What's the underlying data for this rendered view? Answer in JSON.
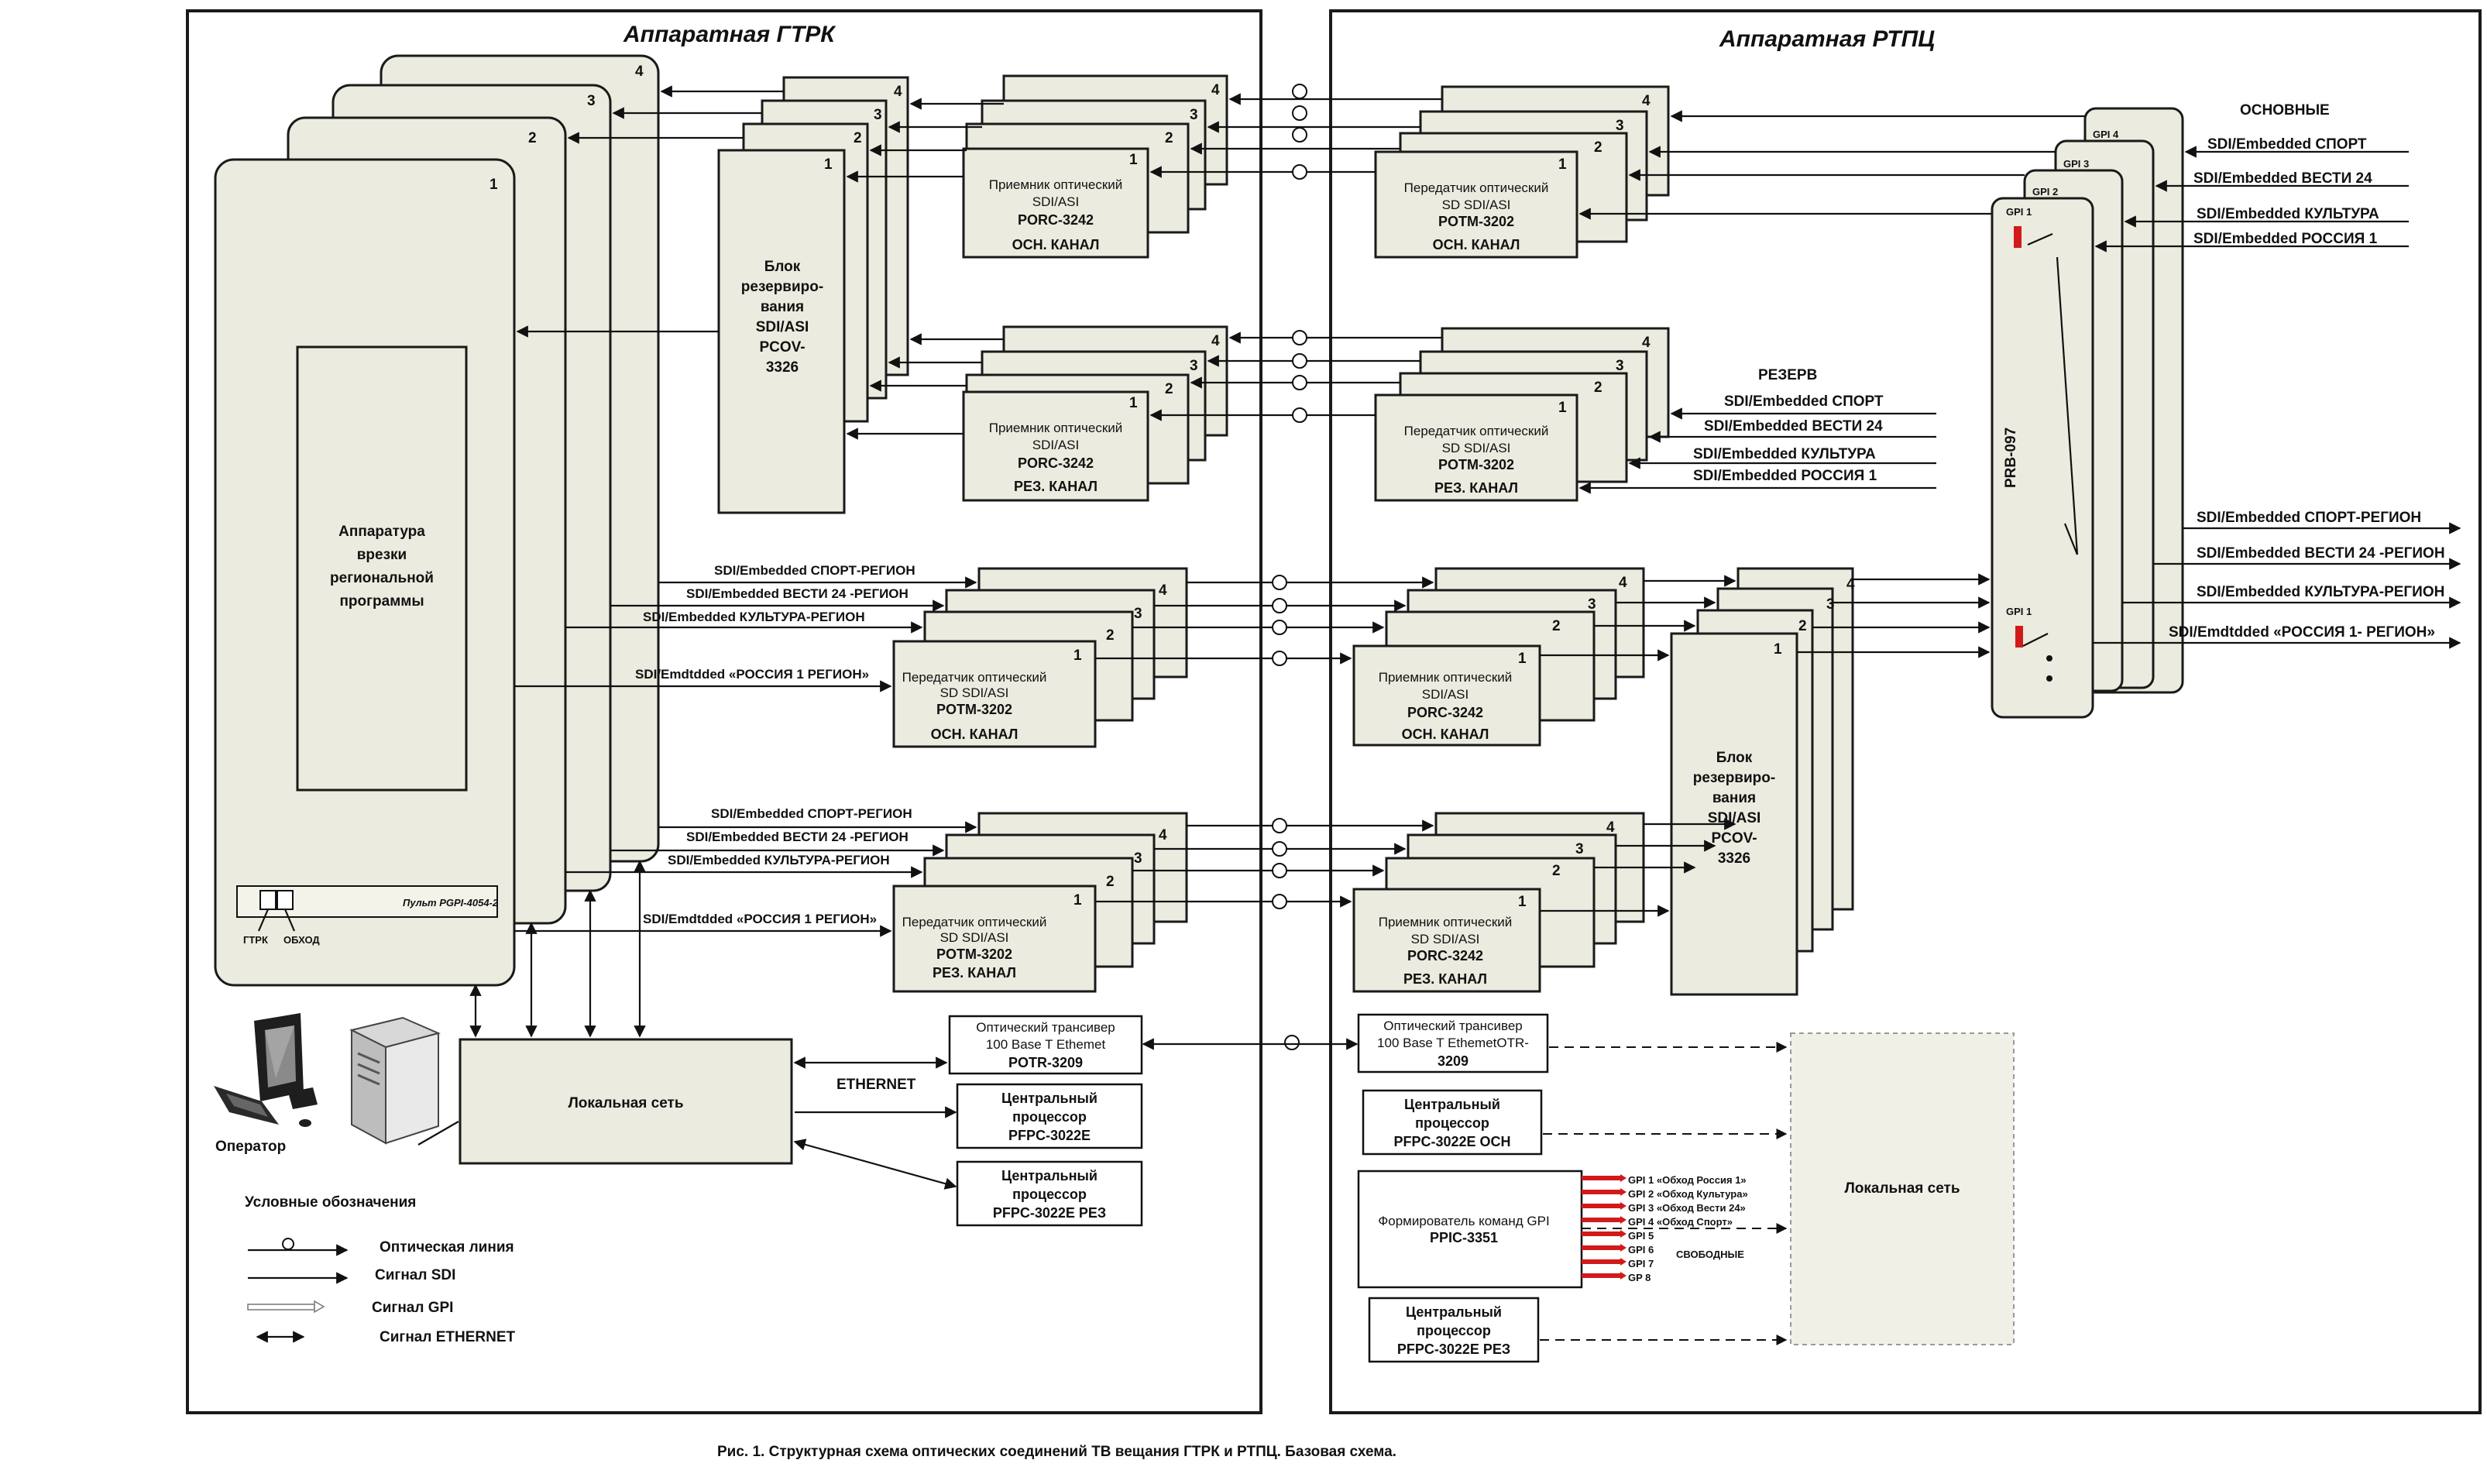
{
  "regions": {
    "left_title": "Аппаратная ГТРК",
    "right_title": "Аппаратная РТПЦ"
  },
  "caption": "Рис. 1. Структурная схема оптических соединений ТВ вещания ГТРК  и РТПЦ. Базовая схема.",
  "stack_numbers": [
    "1",
    "2",
    "3",
    "4"
  ],
  "insertion_equipment": {
    "label_lines": [
      "Аппаратура",
      "врезки",
      "региональной",
      "программы"
    ],
    "panel_label": "Пульт  PGPI-4054-2",
    "button_gtrk": "ГТРК",
    "button_bypass": "ОБХОД"
  },
  "reserve_block": {
    "label_lines": [
      "Блок",
      "резервиро-",
      "вания",
      "SDI/ASI",
      "PCOV-",
      "3326"
    ]
  },
  "receivers_main_left": {
    "lines": [
      "Приемник оптический",
      "SDI/ASI",
      "PORC-3242"
    ],
    "channel": "ОСН. КАНАЛ"
  },
  "receivers_res_left": {
    "lines": [
      "Приемник оптический",
      "SDI/ASI",
      "PORC-3242"
    ],
    "channel": "РЕЗ. КАНАЛ"
  },
  "transmitters_main_right": {
    "lines": [
      "Передатчик оптический",
      "SD SDI/ASI",
      "POTM-3202"
    ],
    "channel": "ОСН. КАНАЛ"
  },
  "transmitters_res_right": {
    "lines": [
      "Передатчик оптический",
      "SD SDI/ASI",
      "POTM-3202"
    ],
    "channel": "РЕЗ. КАНАЛ"
  },
  "transmitters_main_left": {
    "lines": [
      "Передатчик оптический",
      "SD SDI/ASI",
      "POTM-3202"
    ],
    "channel": "ОСН. КАНАЛ"
  },
  "transmitters_res_left": {
    "lines": [
      "Передатчик оптический",
      "SD SDI/ASI",
      "POTM-3202"
    ],
    "channel": "РЕЗ. КАНАЛ"
  },
  "receivers_main_right": {
    "lines": [
      "Приемник оптический",
      "SDI/ASI",
      "PORC-3242"
    ],
    "channel": "ОСН. КАНАЛ"
  },
  "receivers_res_right": {
    "lines": [
      "Приемник оптический",
      "SD SDI/ASI",
      "PORC-3242"
    ],
    "channel": "РЕЗ. КАНАЛ"
  },
  "region_signals_main": [
    "SDI/Embedded СПОРТ-РЕГИОН",
    "SDI/Embedded ВЕСТИ 24 -РЕГИОН",
    "SDI/Embedded КУЛЬТУРА-РЕГИОН",
    "SDI/Emdtdded «РОССИЯ 1 РЕГИОН»"
  ],
  "region_signals_res": [
    "SDI/Embedded СПОРТ-РЕГИОН",
    "SDI/Embedded ВЕСТИ 24 -РЕГИОН",
    "SDI/Embedded КУЛЬТУРА-РЕГИОН",
    "SDI/Emdtdded «РОССИЯ 1 РЕГИОН»"
  ],
  "main_inputs": {
    "title": "ОСНОВНЫЕ",
    "items": [
      "SDI/Embedded СПОРТ",
      "SDI/Embedded ВЕСТИ 24",
      "SDI/Embedded КУЛЬТУРА",
      "SDI/Embedded РОССИЯ 1"
    ]
  },
  "reserve_inputs": {
    "title": "РЕЗЕРВ",
    "items": [
      "SDI/Embedded СПОРТ",
      "SDI/Embedded ВЕСТИ 24",
      "SDI/Embedded КУЛЬТУРА",
      "SDI/Embedded РОССИЯ 1"
    ]
  },
  "outputs": [
    "SDI/Embedded СПОРТ-РЕГИОН",
    "SDI/Embedded ВЕСТИ 24 -РЕГИОН",
    "SDI/Embedded КУЛЬТУРА-РЕГИОН",
    "SDI/Emdtdded «РОССИЯ 1- РЕГИОН»"
  ],
  "prb": {
    "label": "PRB-097",
    "gpi_tags": [
      "GPI 4",
      "GPI 3",
      "GPI 2",
      "GPI 1",
      "GPI 1"
    ]
  },
  "lan_left": "Локальная сеть",
  "lan_right": "Локальная сеть",
  "operator": "Оператор",
  "ethernet": "ETHERNET",
  "transceiver_left": {
    "lines": [
      "Оптический трансивер",
      "100 Base T Ethemet",
      "POTR-3209"
    ]
  },
  "transceiver_right": {
    "lines": [
      "Оптический трансивер",
      "100 Base T EthemetOTR-",
      "3209"
    ]
  },
  "cpu_left_main": {
    "lines": [
      "Центральный",
      "процессор",
      "PFPC-3022E"
    ]
  },
  "cpu_left_res": {
    "lines": [
      "Центральный",
      "процессор",
      "PFPC-3022E РЕЗ"
    ]
  },
  "cpu_right_main": {
    "lines": [
      "Центральный",
      "процессор",
      "PFPC-3022E ОСН"
    ]
  },
  "cpu_right_res": {
    "lines": [
      "Центральный",
      "процессор",
      "PFPC-3022E РЕЗ"
    ]
  },
  "gpi_former": {
    "lines": [
      "Формирователь команд GPI",
      "PPIC-3351"
    ],
    "outputs": [
      "GPI 1 «Обход Россия 1»",
      "GPI 2 «Обход Культура»",
      "GPI 3 «Обход Вести 24»",
      "GPI 4 «Обход Спорт»",
      "GPI 5",
      "GPI 6",
      "GPI 7",
      "GP 8"
    ],
    "free_label": "СВОБОДНЫЕ"
  },
  "legend": {
    "title": "Условные обозначения",
    "items": [
      "Оптическая линия",
      "Сигнал SDI",
      "Сигнал GPI",
      "Сигнал ETHERNET"
    ]
  }
}
